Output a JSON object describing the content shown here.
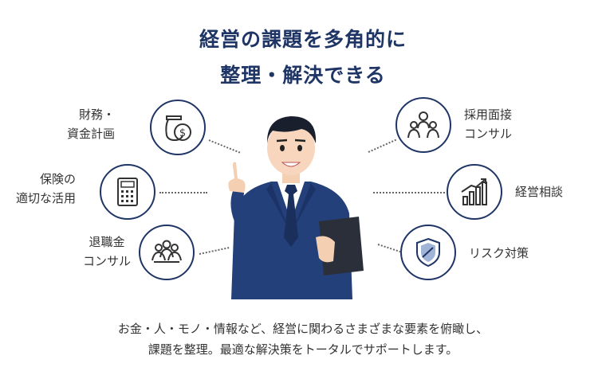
{
  "heading": {
    "line1": "経営の課題を多角的に",
    "line2": "整理・解決できる"
  },
  "left_items": [
    {
      "lines": [
        "財務・",
        "資金計画"
      ],
      "icon": "money-bag-icon"
    },
    {
      "lines": [
        "保険の",
        "適切な活用"
      ],
      "icon": "calculator-icon"
    },
    {
      "lines": [
        "退職金",
        "コンサル"
      ],
      "icon": "group-people-icon"
    }
  ],
  "right_items": [
    {
      "lines": [
        "採用面接",
        "コンサル"
      ],
      "icon": "team-icon"
    },
    {
      "lines": [
        "経営相談"
      ],
      "icon": "growth-chart-icon"
    },
    {
      "lines": [
        "リスク対策"
      ],
      "icon": "shield-icon"
    }
  ],
  "footer": {
    "line1": "お金・人・モノ・情報など、経営に関わるさまざまな要素を俯瞰し、",
    "line2": "課題を整理。最適な解決策をトータルでサポートします。"
  },
  "colors": {
    "navy": "#1f3566",
    "text": "#333333",
    "suit": "#23407a"
  }
}
